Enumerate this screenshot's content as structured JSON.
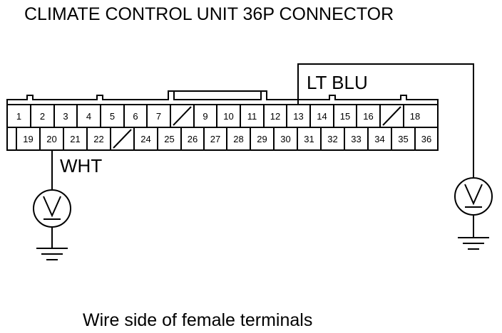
{
  "title": "CLIMATE CONTROL UNIT 36P CONNECTOR",
  "caption": "Wire side of female terminals",
  "wires": {
    "left_color": "WHT",
    "right_color": "LT BLU",
    "left_terminal": "20",
    "right_terminal": "13"
  },
  "meters": {
    "left_symbol": "voltmeter-icon",
    "right_symbol": "voltmeter-icon"
  },
  "connector": {
    "top_row": [
      "1",
      "2",
      "3",
      "4",
      "5",
      "6",
      "7",
      "",
      "9",
      "10",
      "11",
      "12",
      "13",
      "14",
      "15",
      "16",
      "",
      "18"
    ],
    "bottom_row": [
      "",
      "19",
      "20",
      "21",
      "22",
      "",
      "24",
      "25",
      "26",
      "27",
      "28",
      "29",
      "30",
      "31",
      "32",
      "33",
      "34",
      "35",
      "36"
    ]
  }
}
